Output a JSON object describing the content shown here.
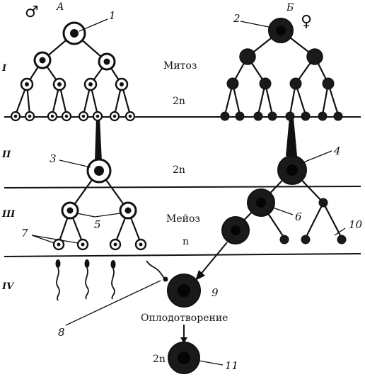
{
  "header": {
    "male_symbol": "♂",
    "female_symbol": "♀",
    "letter_a": "А",
    "letter_b": "Б"
  },
  "stage_labels": {
    "roman_1": "I",
    "roman_2": "II",
    "roman_3": "III",
    "roman_4": "IV"
  },
  "process_labels": {
    "mitosis": "Митоз",
    "meiosis": "Мейоз",
    "fertilization": "Оплодотворение"
  },
  "ploidy_labels": {
    "diploid_top": "2n",
    "diploid_middle": "2n",
    "haploid": "n",
    "diploid_bottom": "2n"
  },
  "callouts": {
    "n1": "1",
    "n2": "2",
    "n3": "3",
    "n4": "4",
    "n5": "5",
    "n6": "6",
    "n7": "7",
    "n8": "8",
    "n9": "9",
    "n10": "10",
    "n11": "11"
  },
  "colors": {
    "ink": "#111111",
    "paper": "#ffffff",
    "dark_cell": "#1a1a1a",
    "dark_cell_core": "#050505"
  }
}
